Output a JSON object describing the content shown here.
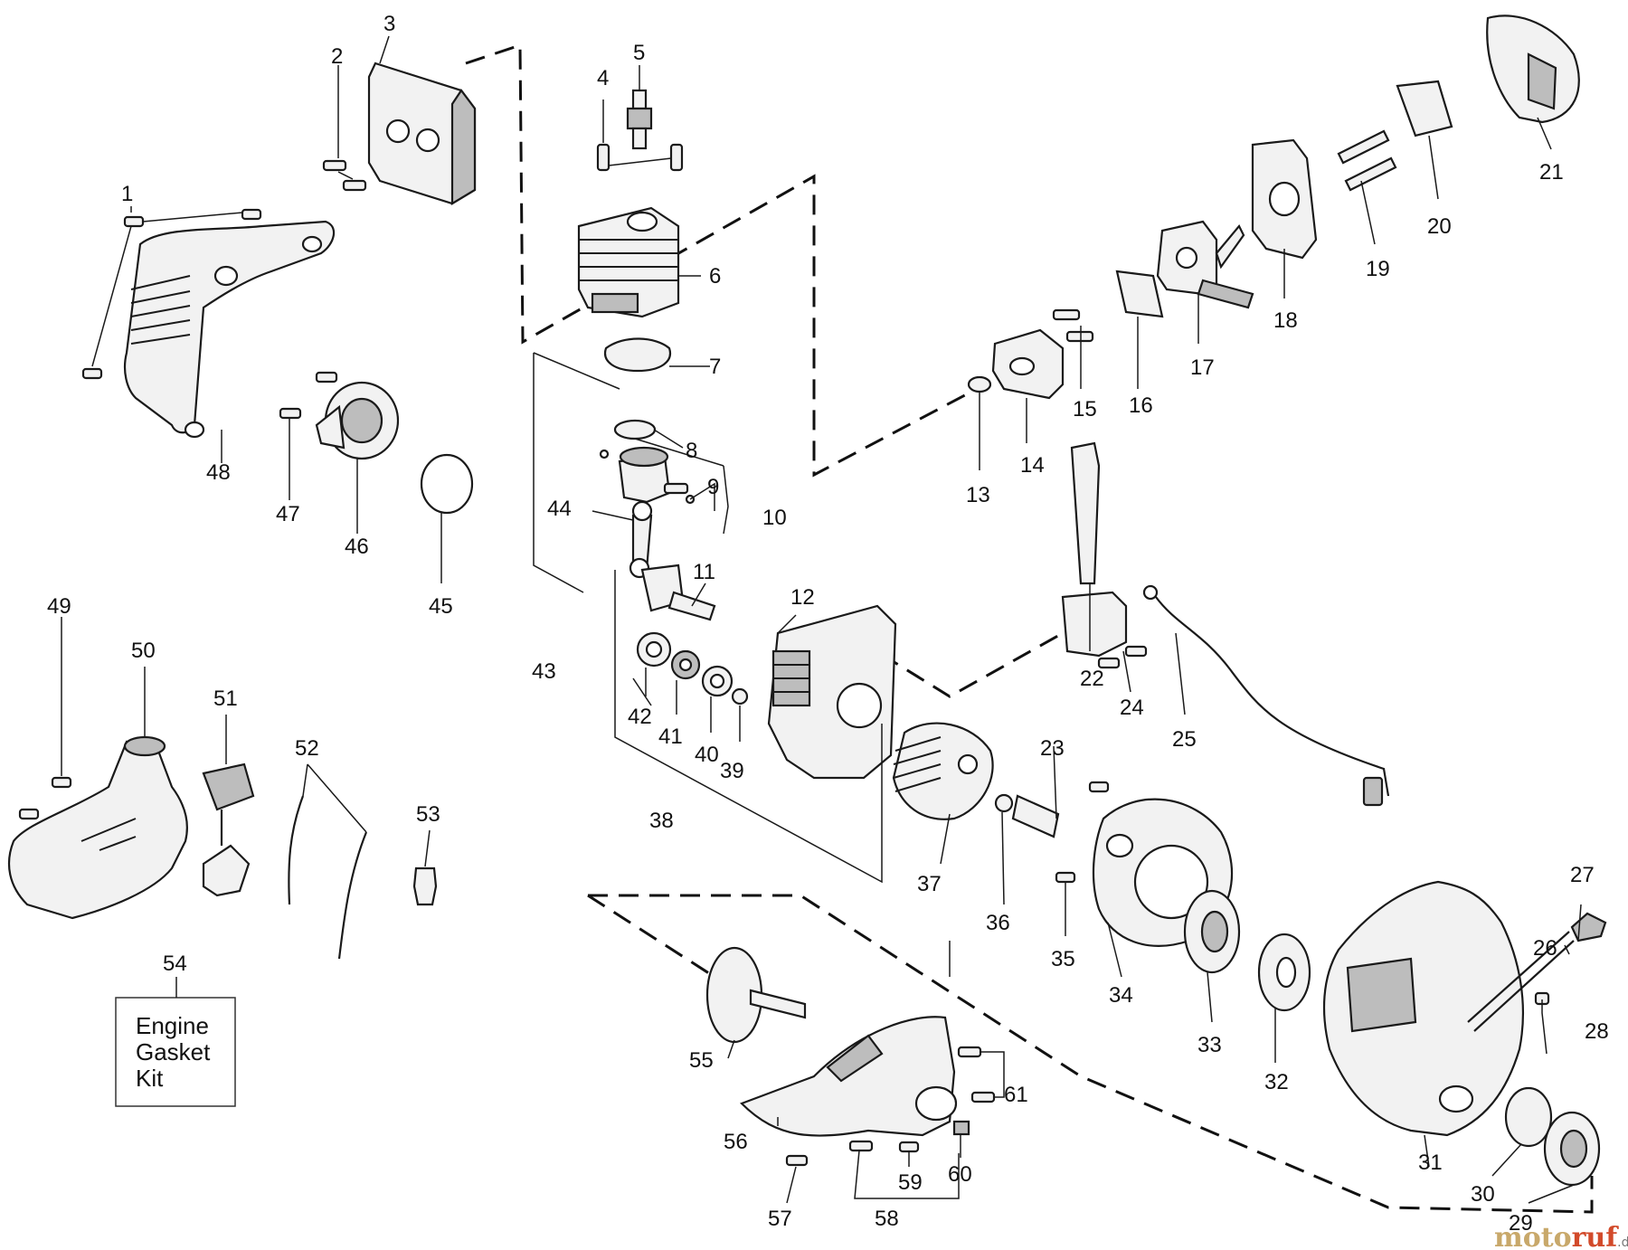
{
  "labels": [
    "1",
    "2",
    "3",
    "4",
    "5",
    "6",
    "7",
    "8",
    "9",
    "10",
    "11",
    "12",
    "13",
    "14",
    "15",
    "16",
    "17",
    "18",
    "19",
    "20",
    "21",
    "22",
    "23",
    "24",
    "25",
    "26",
    "27",
    "28",
    "29",
    "30",
    "31",
    "32",
    "33",
    "34",
    "35",
    "36",
    "37",
    "38",
    "39",
    "40",
    "41",
    "42",
    "43",
    "44",
    "45",
    "46",
    "47",
    "48",
    "49",
    "50",
    "51",
    "52",
    "53",
    "54",
    "55",
    "56",
    "57",
    "58",
    "59",
    "60",
    "61"
  ],
  "kit": {
    "line1": "Engine",
    "line2": "Gasket",
    "line3": "Kit"
  },
  "watermark": {
    "part1": "moto",
    "part2": "ruf",
    "suffix": ".de"
  }
}
